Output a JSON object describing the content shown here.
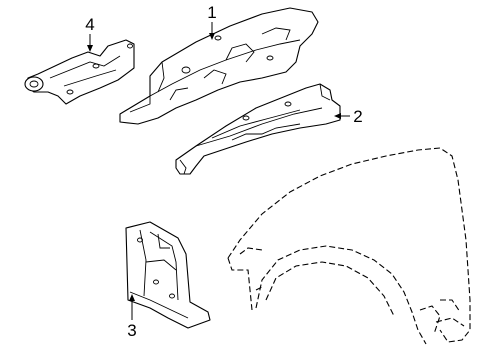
{
  "callouts": [
    {
      "id": "1",
      "label": "1"
    },
    {
      "id": "2",
      "label": "2"
    },
    {
      "id": "3",
      "label": "3"
    },
    {
      "id": "4",
      "label": "4"
    }
  ],
  "parts": [
    "apron-upper",
    "apron-lower",
    "bracket",
    "bracket-small",
    "fender"
  ]
}
